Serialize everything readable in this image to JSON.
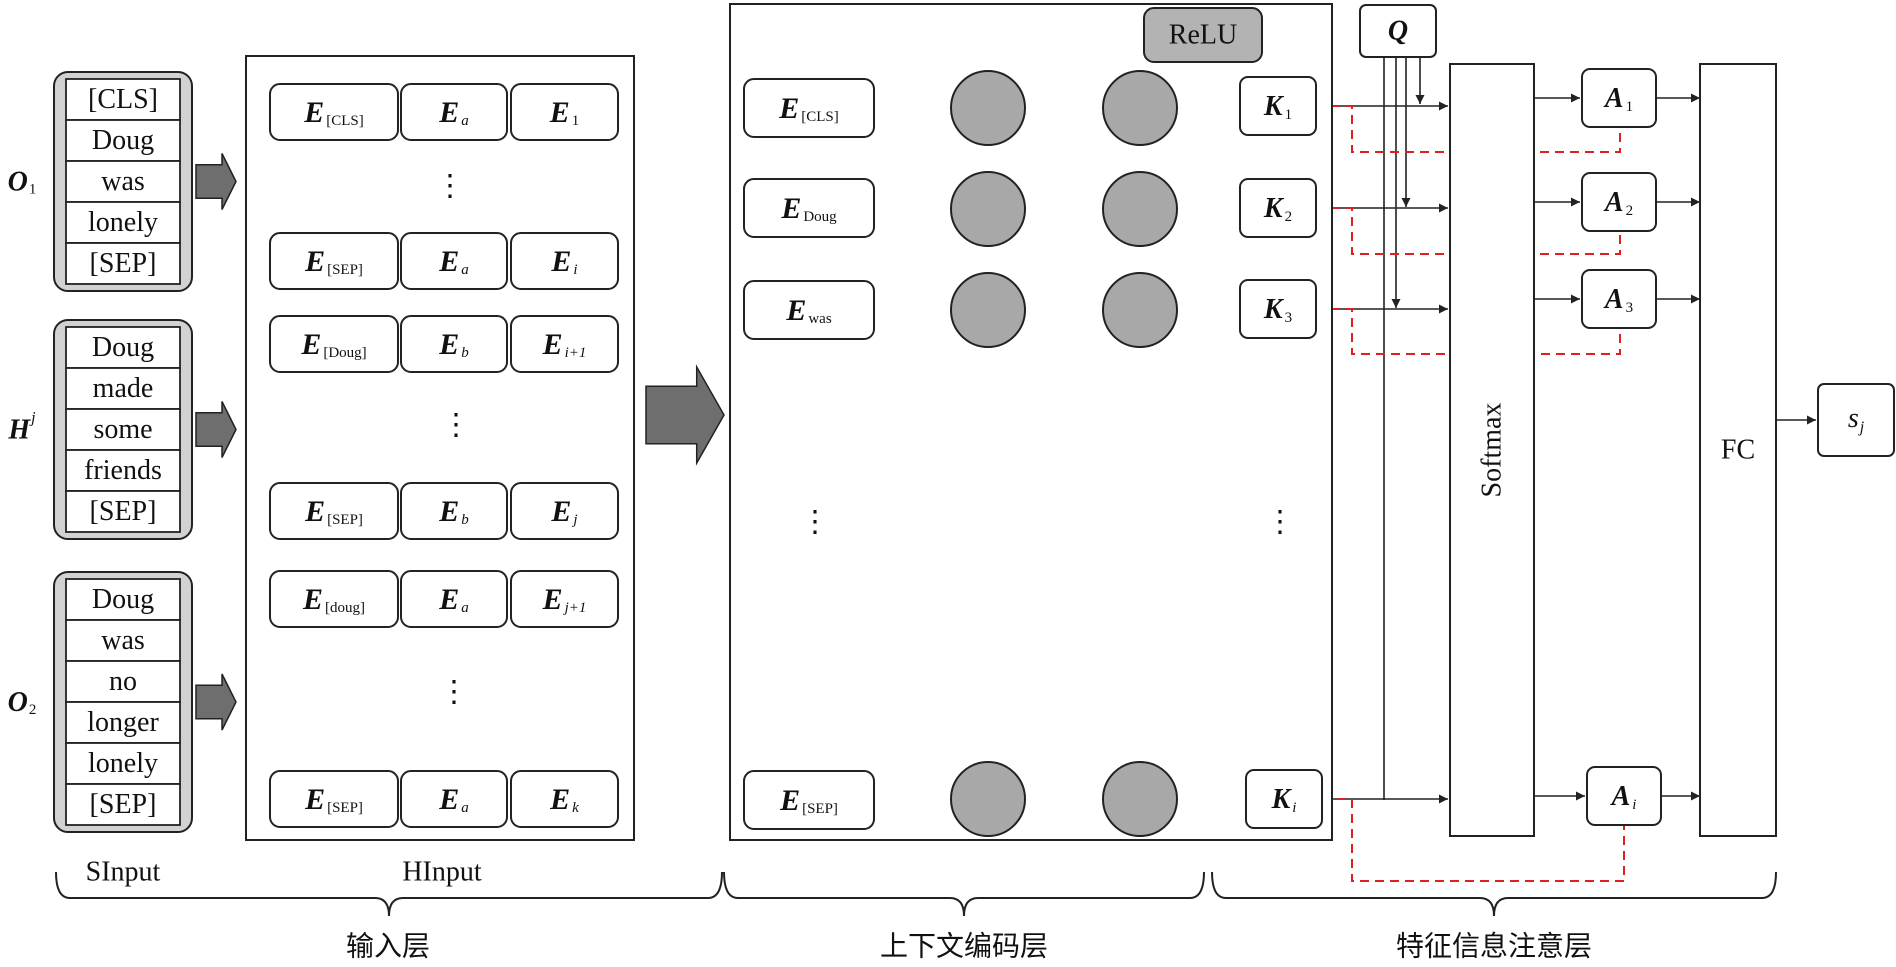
{
  "sinput": {
    "groups": [
      {
        "label": "O",
        "sub": "1",
        "tokens": [
          "[CLS]",
          "Doug",
          "was",
          "lonely",
          "[SEP]"
        ]
      },
      {
        "label": "H",
        "sup": "j",
        "tokens": [
          "Doug",
          "made",
          "some",
          "friends",
          "[SEP]"
        ]
      },
      {
        "label": "O",
        "sub": "2",
        "tokens": [
          "Doug",
          "was",
          "no",
          "longer",
          "lonely",
          "[SEP]"
        ]
      }
    ],
    "caption": "SInput"
  },
  "hinput": {
    "caption": "HInput",
    "rows": [
      [
        {
          "m": "E",
          "s": "[CLS]"
        },
        {
          "m": "E",
          "s": "a",
          "si": true
        },
        {
          "m": "E",
          "s": "1"
        }
      ],
      [
        {
          "m": "E",
          "s": "[SEP]"
        },
        {
          "m": "E",
          "s": "a",
          "si": true
        },
        {
          "m": "E",
          "s": "i",
          "si": true
        }
      ],
      [
        {
          "m": "E",
          "s": "[Doug]"
        },
        {
          "m": "E",
          "s": "b",
          "si": true
        },
        {
          "m": "E",
          "s": "i+1",
          "si": true
        }
      ],
      [
        {
          "m": "E",
          "s": "[SEP]"
        },
        {
          "m": "E",
          "s": "b",
          "si": true
        },
        {
          "m": "E",
          "s": "j",
          "si": true
        }
      ],
      [
        {
          "m": "E",
          "s": "[doug]"
        },
        {
          "m": "E",
          "s": "a",
          "si": true
        },
        {
          "m": "E",
          "s": "j+1",
          "si": true
        }
      ],
      [
        {
          "m": "E",
          "s": "[SEP]"
        },
        {
          "m": "E",
          "s": "a",
          "si": true
        },
        {
          "m": "E",
          "s": "k",
          "si": true
        }
      ]
    ]
  },
  "encoder": {
    "inputs": [
      {
        "m": "E",
        "s": "[CLS]"
      },
      {
        "m": "E",
        "s": "Doug"
      },
      {
        "m": "E",
        "s": "was"
      },
      {
        "m": "E",
        "s": "[SEP]"
      }
    ],
    "relu": "ReLU",
    "keys": [
      {
        "m": "K",
        "s": "1"
      },
      {
        "m": "K",
        "s": "2"
      },
      {
        "m": "K",
        "s": "3"
      },
      {
        "m": "K",
        "s": "i",
        "si": true
      }
    ]
  },
  "attention": {
    "query": "Q",
    "softmax": "Softmax",
    "outputs": [
      {
        "m": "A",
        "s": "1"
      },
      {
        "m": "A",
        "s": "2"
      },
      {
        "m": "A",
        "s": "3"
      },
      {
        "m": "A",
        "s": "i",
        "si": true
      }
    ],
    "fc": "FC",
    "score": {
      "m": "s",
      "s": "j"
    }
  },
  "ellipsis": "⋮",
  "layers": [
    "输入层",
    "上下文编码层",
    "特征信息注意层"
  ],
  "colors": {
    "node_fill": "#a8a8a8",
    "relu_fill": "#b3b3b3",
    "group_fill": "#d2d2d2",
    "arrow_fill": "#6e6e6e",
    "dashed": "#e02020"
  }
}
